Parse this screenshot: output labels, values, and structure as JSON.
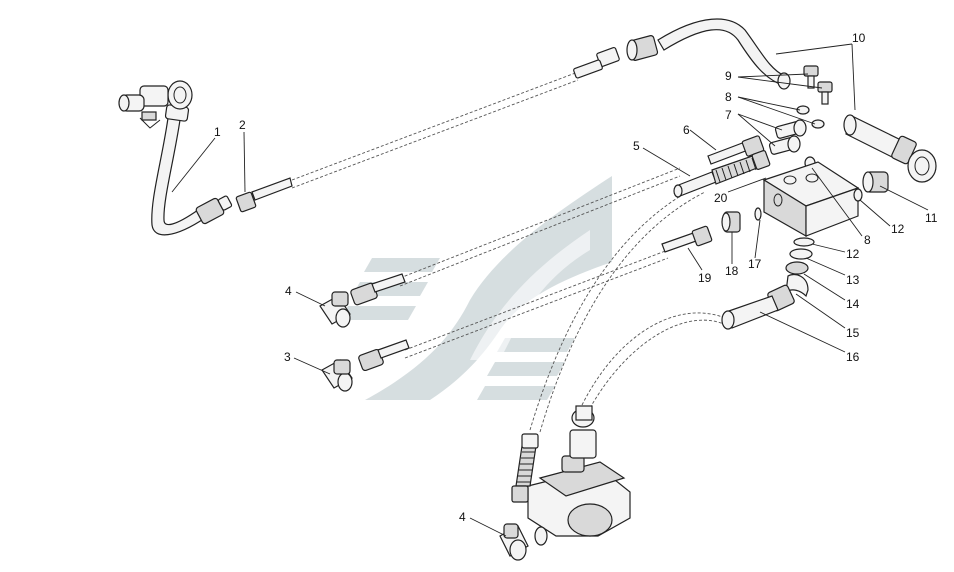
{
  "callouts": {
    "c1": "1",
    "c2": "2",
    "c3": "3",
    "c4a": "4",
    "c4b": "4",
    "c5": "5",
    "c6": "6",
    "c7": "7",
    "c8a": "8",
    "c8b": "8",
    "c9": "9",
    "c10": "10",
    "c11": "11",
    "c12a": "12",
    "c12b": "12",
    "c13": "13",
    "c14": "14",
    "c15": "15",
    "c16": "16",
    "c17": "17",
    "c18": "18",
    "c19": "19",
    "c20": "20"
  },
  "colors": {
    "watermark": "#c9d3d6",
    "line": "#222222"
  }
}
